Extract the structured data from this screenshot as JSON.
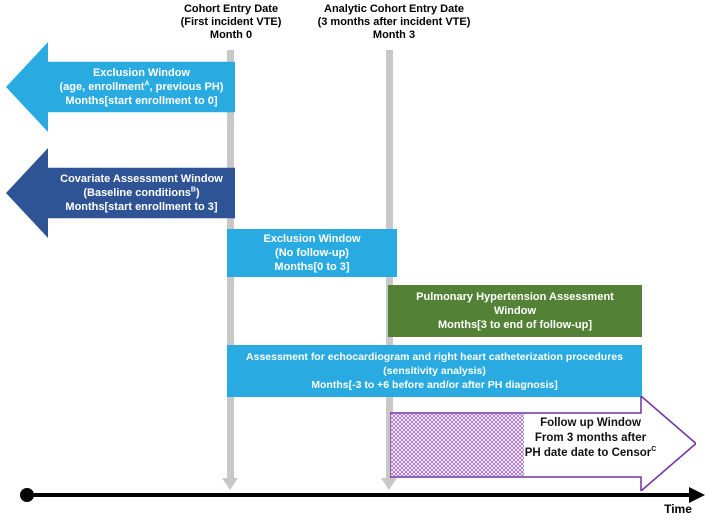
{
  "colors": {
    "light_blue": "#29ABE2",
    "dark_blue": "#2F5496",
    "green": "#538135",
    "purple": "#7030A0",
    "timeline_gray": "#C8C8C8",
    "axis_black": "#000000"
  },
  "headers": {
    "cohort": {
      "line1": "Cohort Entry Date",
      "line2": "(First incident VTE)",
      "line3": "Month 0"
    },
    "analytic": {
      "line1": "Analytic Cohort Entry Date",
      "line2": "(3 months after incident VTE)",
      "line3": "Month 3"
    }
  },
  "windows": {
    "exclusion_baseline": {
      "line1": "Exclusion Window",
      "line2_pre": "(age, enrollment",
      "line2_sup": "A",
      "line2_post": ", previous PH)",
      "line3": "Months[start enrollment to 0]"
    },
    "covariate": {
      "line1": "Covariate Assessment Window",
      "line2_pre": "(Baseline conditions",
      "line2_sup": "B",
      "line2_post": ")",
      "line3": "Months[start enrollment to 3]"
    },
    "exclusion_followup": {
      "line1": "Exclusion Window",
      "line2": "(No follow-up)",
      "line3": "Months[0 to 3]"
    },
    "ph_assessment": {
      "line1": "Pulmonary Hypertension Assessment",
      "line2": "Window",
      "line3": "Months[3 to end of follow-up]"
    },
    "procedures": {
      "line1": "Assessment for echocardiogram and right heart catheterization procedures",
      "line2": "(sensitivity analysis)",
      "line3": "Months[-3 to +6 before and/or after PH diagnosis]"
    },
    "followup": {
      "line1": "Follow up Window",
      "line2": "From 3 months after",
      "line3_pre": "PH date date to Censor",
      "line3_sup": "C"
    }
  },
  "axis": {
    "label": "Time"
  }
}
